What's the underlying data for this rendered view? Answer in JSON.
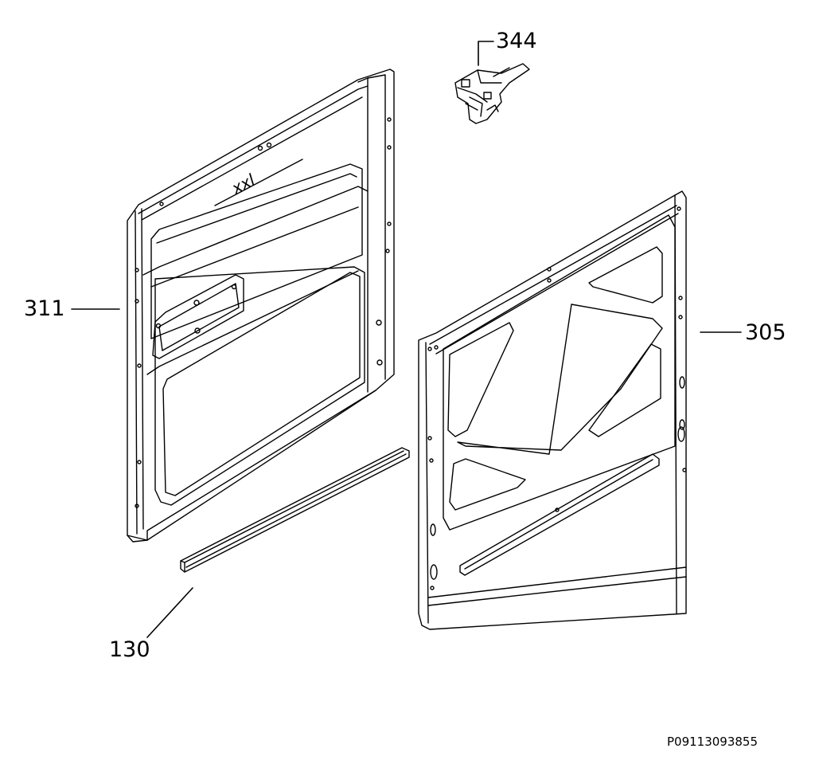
{
  "parts": [
    {
      "number": "344",
      "part": "door-lock"
    },
    {
      "number": "311",
      "part": "inner-door-panel"
    },
    {
      "number": "305",
      "part": "outer-door-panel"
    },
    {
      "number": "130",
      "part": "bottom-door-strip"
    }
  ],
  "inner_panel_mark": "xxl",
  "drawing_code": "P09113093855"
}
